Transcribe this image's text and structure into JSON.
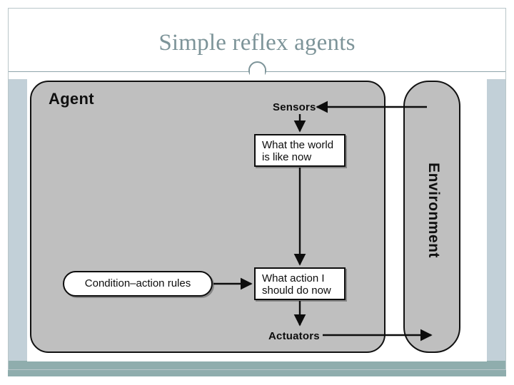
{
  "slide": {
    "title": "Simple reflex agents",
    "title_color": "#7d9499",
    "accent_bar_color": "#c2d0d8",
    "footer_bar_color": "#8fadad",
    "background": "#ffffff"
  },
  "diagram": {
    "type": "flow-diagram",
    "agent_label": "Agent",
    "environment_label": "Environment",
    "box_fill": "#bfbfbf",
    "node_fill": "#ffffff",
    "stroke": "#0d0d0d",
    "nodes": [
      {
        "id": "sensors",
        "label": "Sensors",
        "shape": "text"
      },
      {
        "id": "world-state",
        "label": "What the world\nis like now",
        "line1": "What the world",
        "line2": "is like now",
        "shape": "rect"
      },
      {
        "id": "condition-action-rules",
        "label": "Condition–action rules",
        "shape": "oval"
      },
      {
        "id": "action-choice",
        "label": "What action I\nshould do now",
        "line1": "What action I",
        "line2": "should do now",
        "shape": "rect"
      },
      {
        "id": "actuators",
        "label": "Actuators",
        "shape": "text"
      }
    ],
    "edges": [
      {
        "from": "environment",
        "to": "sensors",
        "direction": "left"
      },
      {
        "from": "sensors",
        "to": "world-state",
        "direction": "down"
      },
      {
        "from": "world-state",
        "to": "action-choice",
        "direction": "down"
      },
      {
        "from": "condition-action-rules",
        "to": "action-choice",
        "direction": "right"
      },
      {
        "from": "action-choice",
        "to": "actuators",
        "direction": "down"
      },
      {
        "from": "actuators",
        "to": "environment",
        "direction": "right"
      }
    ]
  }
}
